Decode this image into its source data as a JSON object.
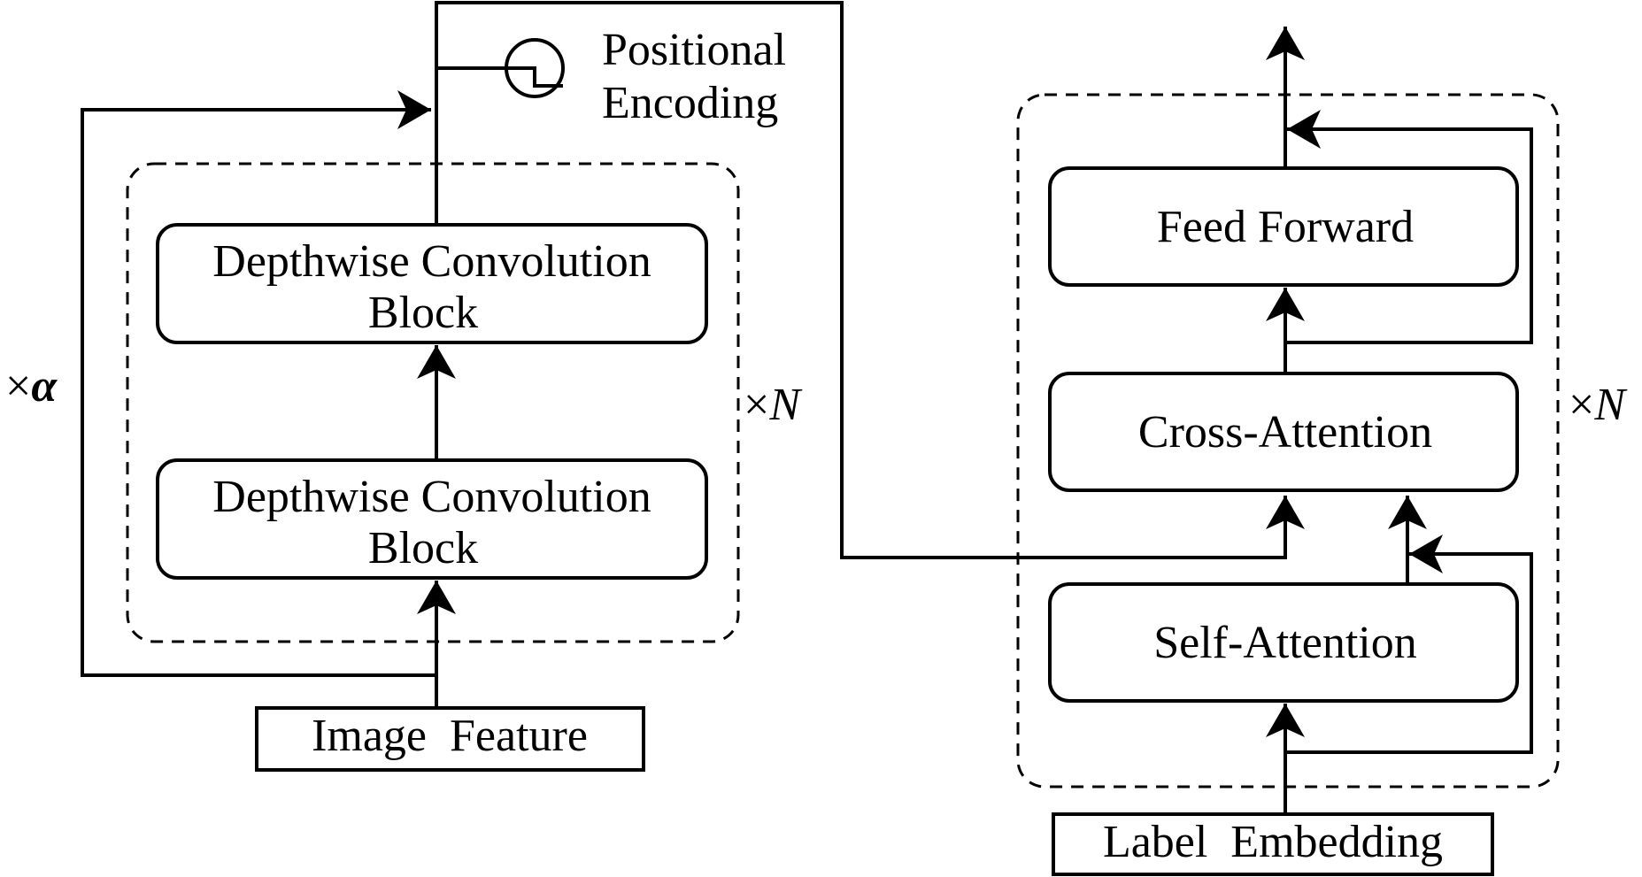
{
  "diagram": {
    "encoder": {
      "input_label": "Image  Feature",
      "block_bottom": {
        "line1": "Depthwise Convolution",
        "line2": "Block"
      },
      "block_top": {
        "line1": "Depthwise Convolution",
        "line2": "Block"
      },
      "repeat_times": "×",
      "repeat_var": "N",
      "skip_times": "×",
      "skip_var": "α",
      "positional_encoding": {
        "line1": "Positional",
        "line2": "Encoding"
      }
    },
    "decoder": {
      "input_label": "Label  Embedding",
      "self_attention": "Self-Attention",
      "cross_attention": "Cross-Attention",
      "feed_forward": "Feed Forward",
      "repeat_times": "×",
      "repeat_var": "N"
    },
    "colors": {
      "stroke": "#000000",
      "background": "#ffffff"
    }
  }
}
